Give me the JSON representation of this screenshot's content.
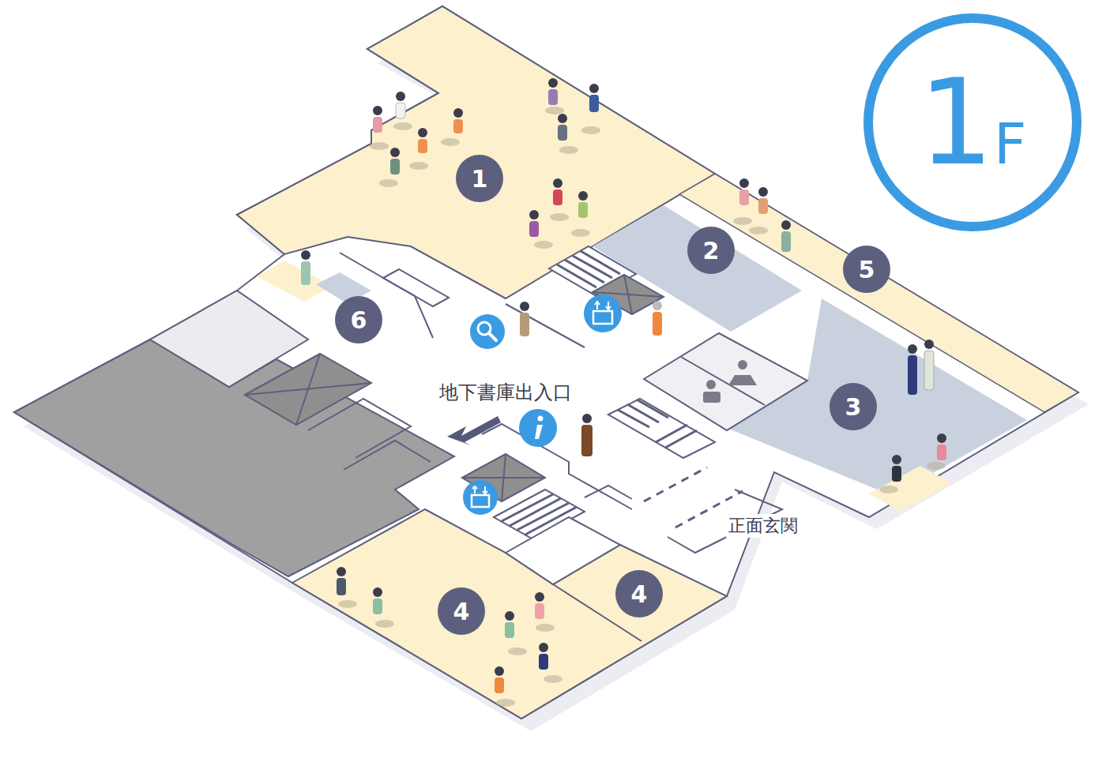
{
  "diagram": {
    "nodes": [
      {
        "text": [
          "1F"
        ]
      },
      {
        "text": [
          "1"
        ]
      },
      {
        "text": [
          "2"
        ]
      },
      {
        "text": [
          "5"
        ]
      },
      {
        "text": [
          "6"
        ]
      },
      {
        "text": [
          "3"
        ]
      },
      {
        "text": [
          "4"
        ]
      },
      {
        "text": [
          "4"
        ]
      }
    ],
    "labels": [
      "地下書庫出入口",
      "正面玄関"
    ]
  }
}
